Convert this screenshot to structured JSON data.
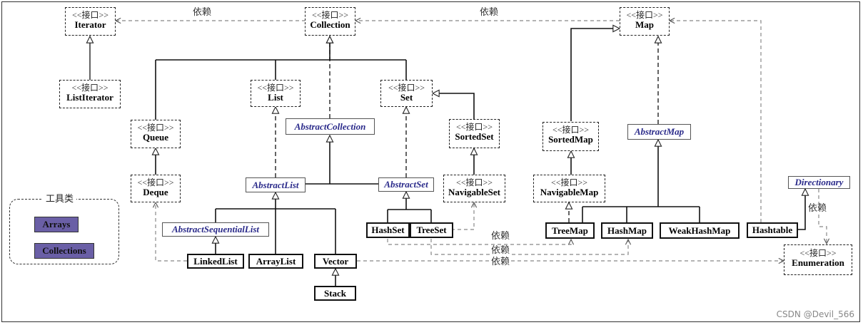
{
  "stereotype": "<<接口>>",
  "interfaces": {
    "iterator": "Iterator",
    "collection": "Collection",
    "map": "Map",
    "list_iterator": "ListIterator",
    "list": "List",
    "set": "Set",
    "queue": "Queue",
    "deque": "Deque",
    "sorted_set": "SortedSet",
    "navigable_set": "NavigableSet",
    "sorted_map": "SortedMap",
    "navigable_map": "NavigableMap",
    "enumeration": "Enumeration"
  },
  "abstract_classes": {
    "abstract_collection": "AbstractCollection",
    "abstract_list": "AbstractList",
    "abstract_set": "AbstractSet",
    "abstract_sequential_list": "AbstractSequentialList",
    "abstract_map": "AbstractMap",
    "directionary": "Directionary"
  },
  "classes": {
    "linked_list": "LinkedList",
    "array_list": "ArrayList",
    "vector": "Vector",
    "stack": "Stack",
    "hash_set": "HashSet",
    "tree_set": "TreeSet",
    "tree_map": "TreeMap",
    "hash_map": "HashMap",
    "weak_hash_map": "WeakHashMap",
    "hashtable": "Hashtable"
  },
  "toolbox": {
    "title": "工具类",
    "arrays": "Arrays",
    "collections": "Collections"
  },
  "dependency_label": "依赖",
  "watermark": "CSDN @Devil_566"
}
